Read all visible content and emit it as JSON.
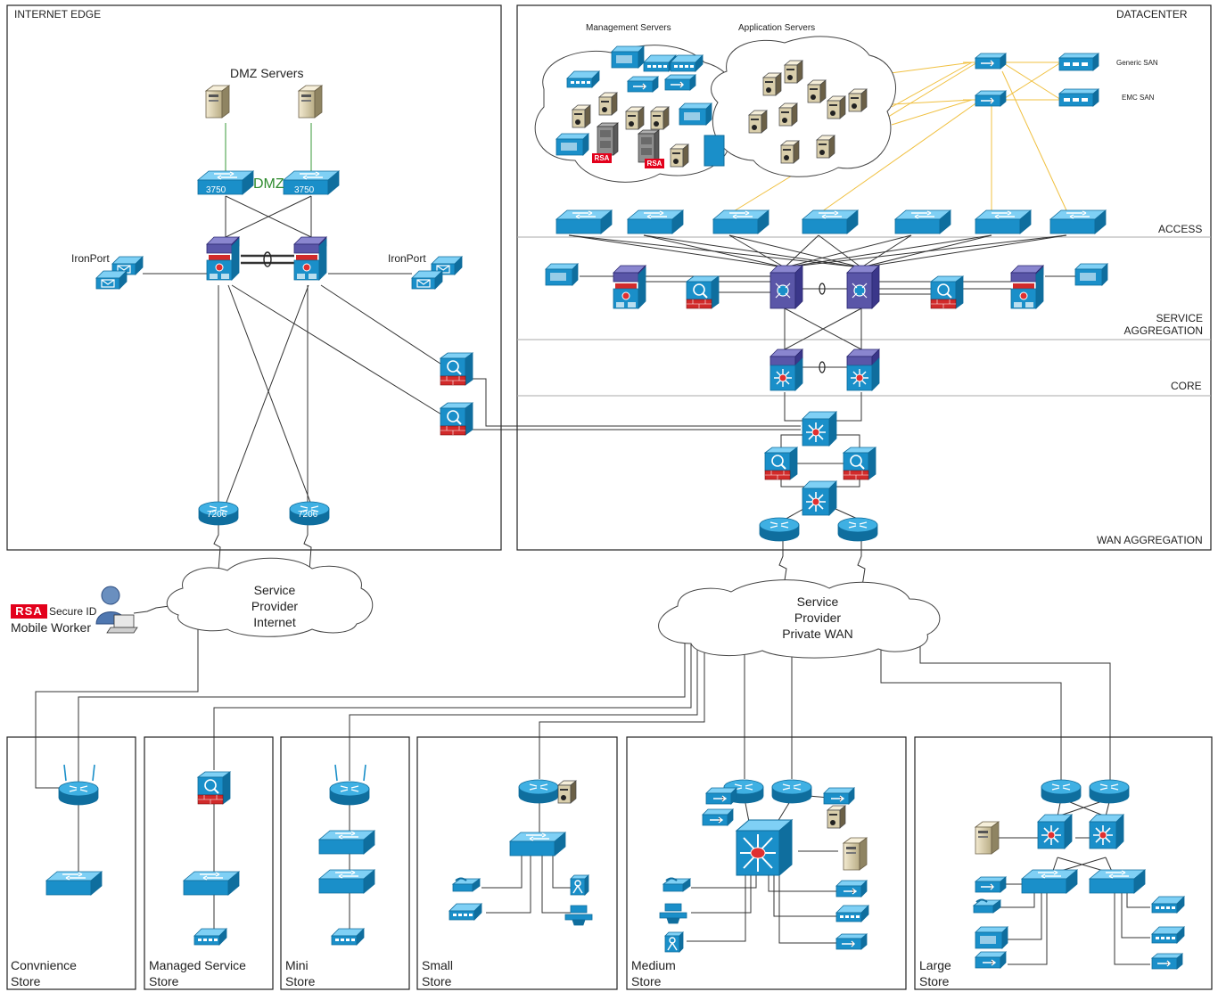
{
  "sections": {
    "internet_edge": "INTERNET EDGE",
    "datacenter": "DATACENTER",
    "access": "ACCESS",
    "service_aggregation": [
      "SERVICE",
      "AGGREGATION"
    ],
    "core": "CORE",
    "wan_aggregation": "WAN AGGREGATION"
  },
  "internet_edge": {
    "dmz_servers": "DMZ Servers",
    "dmz": "DMZ",
    "switch_model": "3750",
    "router_model": "7206",
    "ironport_left": "IronPort",
    "ironport_right": "IronPort"
  },
  "datacenter": {
    "management_servers": "Management Servers",
    "application_servers": "Application Servers",
    "generic_san": "Generic SAN",
    "emc_san": "EMC SAN",
    "rsa": "RSA"
  },
  "clouds": {
    "internet": [
      "Service",
      "Provider",
      "Internet"
    ],
    "wan": [
      "Service",
      "Provider",
      "Private WAN"
    ]
  },
  "mobile_worker": {
    "rsa": "RSA",
    "secure_id": "Secure ID",
    "label": "Mobile Worker"
  },
  "stores": [
    {
      "line1": "Convnience",
      "line2": "Store"
    },
    {
      "line1": "Managed Service",
      "line2": "Store"
    },
    {
      "line1": "Mini",
      "line2": "Store"
    },
    {
      "line1": "Small",
      "line2": "Store"
    },
    {
      "line1": "Medium",
      "line2": "Store"
    },
    {
      "line1": "Large",
      "line2": "Store"
    }
  ],
  "colors": {
    "device_blue": "#1a8fc9",
    "device_dark": "#0f6e9e",
    "nexus_purple": "#5a56a8",
    "firewall_red": "#d12a2a",
    "san_link": "#f0c040",
    "dmz_link": "#3a9a3a",
    "rsa_red": "#e3001b"
  }
}
